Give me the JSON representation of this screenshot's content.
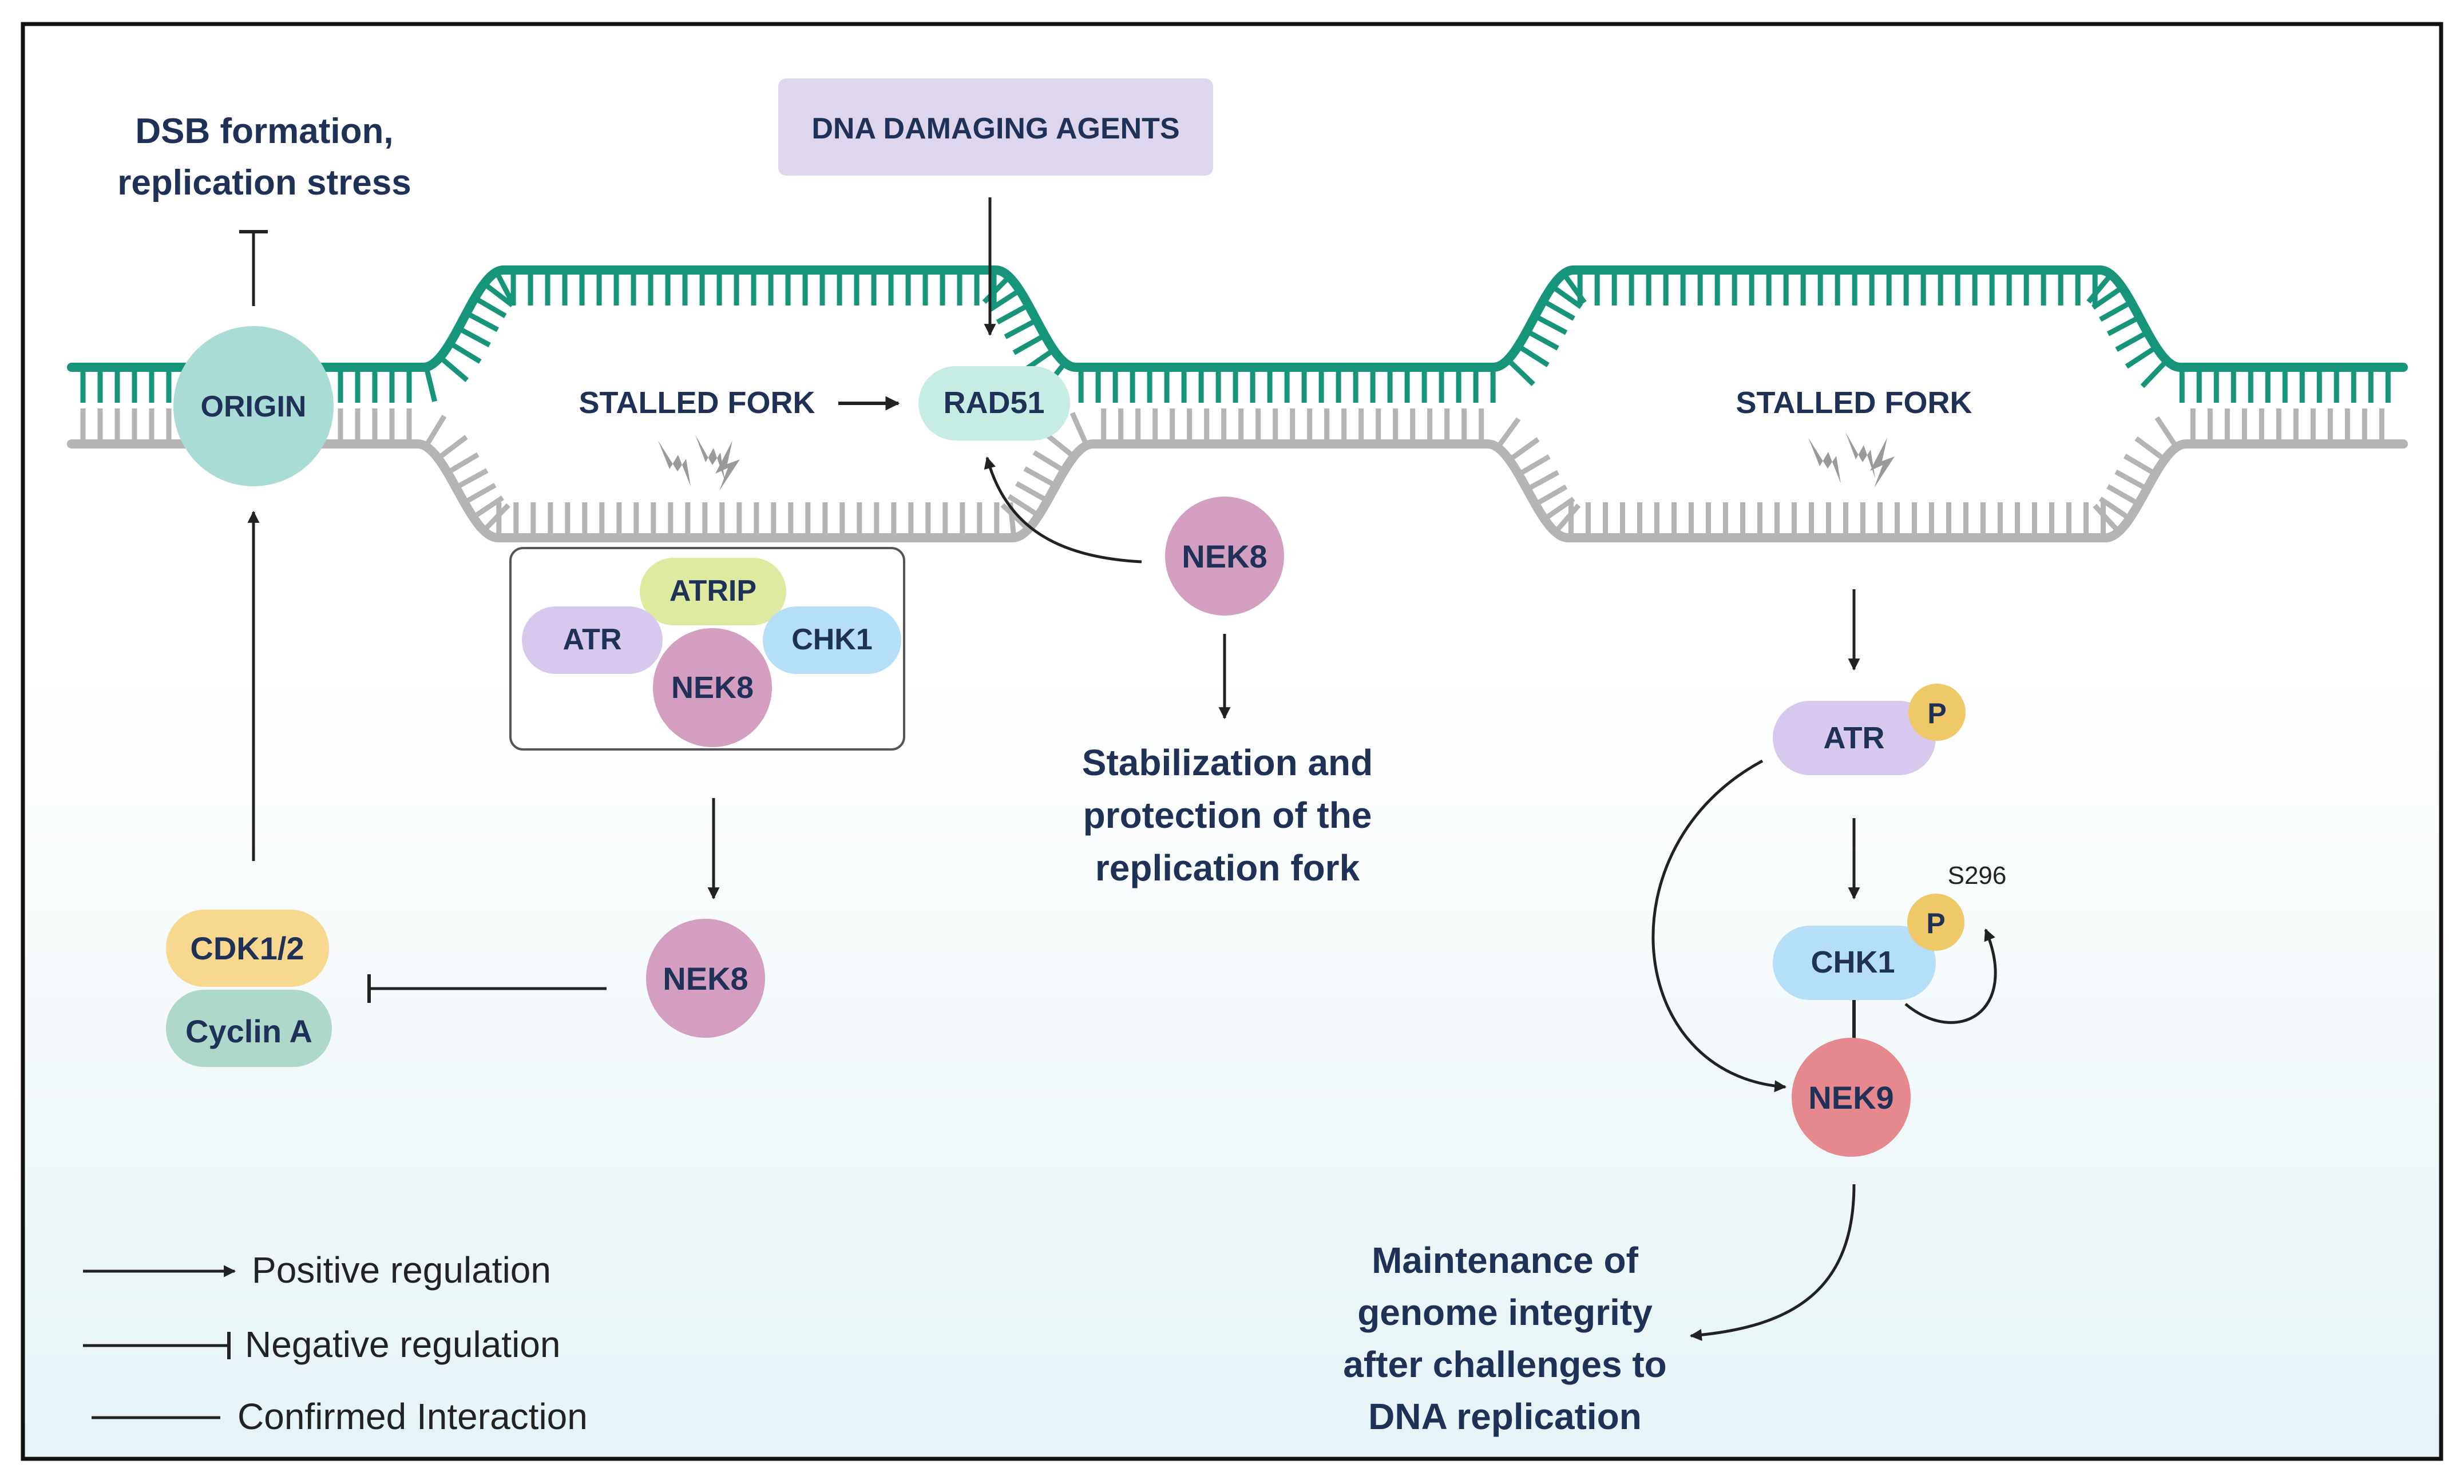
{
  "header": {
    "dsb_line1": "DSB formation,",
    "dsb_line2": "replication stress",
    "damaging_agents": "DNA DAMAGING AGENTS"
  },
  "dna": {
    "origin": "ORIGIN",
    "stalled_fork_left": "STALLED FORK",
    "stalled_fork_right": "STALLED FORK",
    "rad51": "RAD51"
  },
  "complex": {
    "atrip": "ATRIP",
    "atr": "ATR",
    "chk1": "CHK1",
    "nek8": "NEK8"
  },
  "left_pathway": {
    "cdk": "CDK1/2",
    "cyclin": "Cyclin A",
    "nek8": "NEK8"
  },
  "middle_pathway": {
    "nek8": "NEK8",
    "outcome_line1": "Stabilization and",
    "outcome_line2": "protection of the",
    "outcome_line3": "replication fork"
  },
  "right_pathway": {
    "atr": "ATR",
    "p_atr": "P",
    "p_chk1": "P",
    "site": "S296",
    "chk1": "CHK1",
    "nek9": "NEK9",
    "outcome_line1": "Maintenance of",
    "outcome_line2": "genome integrity",
    "outcome_line3": "after challenges to",
    "outcome_line4": "DNA replication"
  },
  "legend": {
    "positive": "Positive regulation",
    "negative": "Negative regulation",
    "interaction": "Confirmed Interaction"
  },
  "colors": {
    "green_strand": "#16957a",
    "grey_strand": "#b4b4b4",
    "origin": "#a9dcd5",
    "rad51": "#c6ece3",
    "atr": "#d7c8ee",
    "atrip": "#dfeaa1",
    "chk1": "#b5def8",
    "nek8": "#d49ec0",
    "nek9": "#e6898e",
    "cdk": "#f7d88e",
    "cyclin": "#aed8c9",
    "phospho": "#efc868",
    "agent_box": "#ddd6ec",
    "text_dark": "#1f3157"
  }
}
